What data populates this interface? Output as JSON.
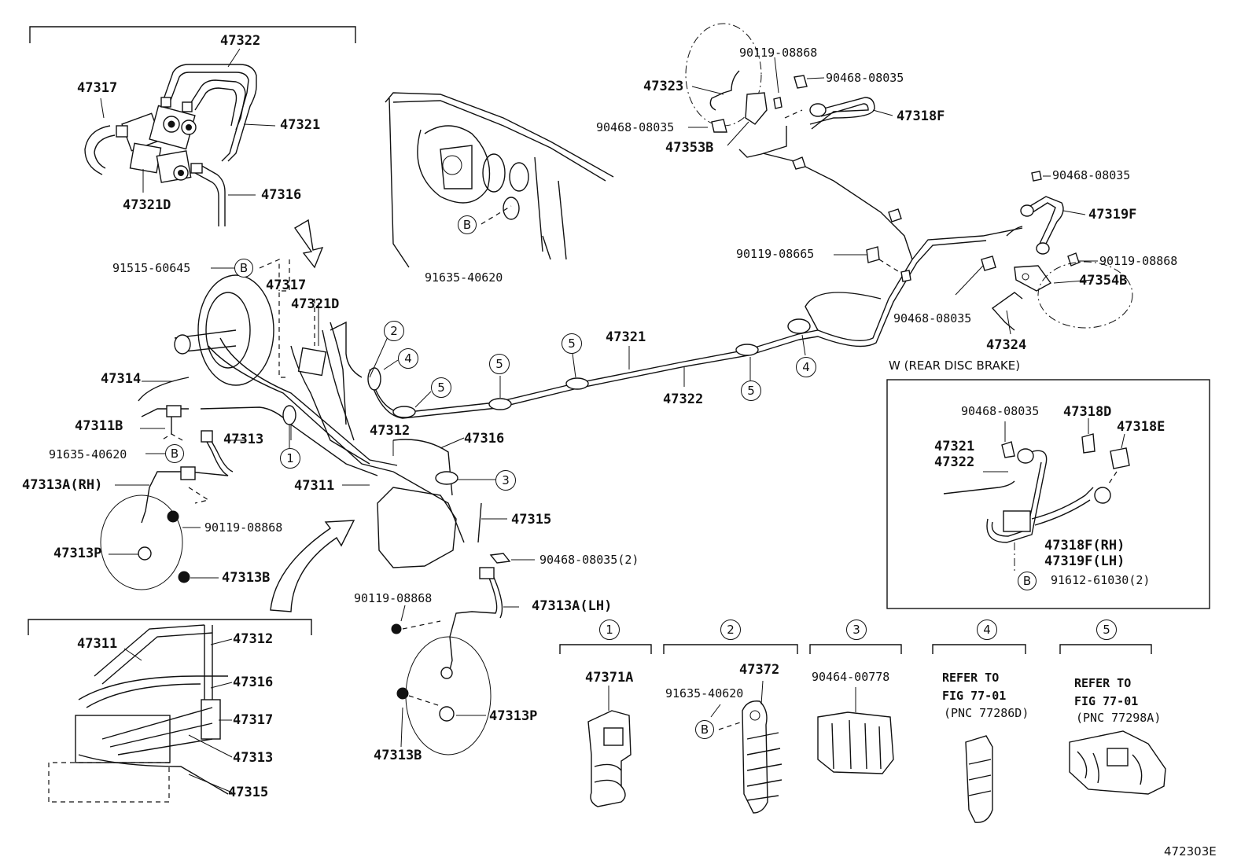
{
  "diagram_id": "472303E",
  "section_title": "W (REAR DISC BRAKE)",
  "markers": [
    "1",
    "2",
    "3",
    "4",
    "5",
    "B"
  ],
  "labels": {
    "p47322_top": "47322",
    "p47317_top": "47317",
    "p47321_top": "47321",
    "p47316_top": "47316",
    "p47321D_top": "47321D",
    "p91515": "91515-60645",
    "p47317_mid": "47317",
    "p47321D_mid": "47321D",
    "p91635_top": "91635-40620",
    "p47314": "47314",
    "p47311B": "47311B",
    "p47313": "47313",
    "p91635_left": "91635-40620",
    "p47313A_RH": "47313A(RH)",
    "p90119_left": "90119-08868",
    "p47313P_left": "47313P",
    "p47313B_left": "47313B",
    "p47312_mid": "47312",
    "p47316_mid": "47316",
    "p47311_mid": "47311",
    "p47315_mid": "47315",
    "p90468_2": "90468-08035(2)",
    "p90119_lh": "90119-08868",
    "p47313A_LH": "47313A(LH)",
    "p47313P_lh": "47313P",
    "p47313B_lh": "47313B",
    "p47321_main": "47321",
    "p47322_main": "47322",
    "p47311_inset": "47311",
    "p47312_inset": "47312",
    "p47316_inset": "47316",
    "p47317_inset": "47317",
    "p47313_inset": "47313",
    "p47315_inset": "47315",
    "p90119_tr1": "90119-08868",
    "p90468_tr1": "90468-08035",
    "p47323": "47323",
    "p90468_tr2": "90468-08035",
    "p47318F": "47318F",
    "p47353B": "47353B",
    "p90468_tr3": "90468-08035",
    "p47319F": "47319F",
    "p90119_08665": "90119-08665",
    "p90119_tr2": "90119-08868",
    "p47354B": "47354B",
    "p90468_tr4": "90468-08035",
    "p47324": "47324",
    "p90468_box": "90468-08035",
    "p47318D": "47318D",
    "p47318E": "47318E",
    "p47321_box": "47321",
    "p47322_box": "47322",
    "p47318F_RH": "47318F(RH)",
    "p47319F_LH": "47319F(LH)",
    "p91612": "91612-61030(2)",
    "p47371A": "47371A",
    "p47372": "47372",
    "p91635_clip": "91635-40620",
    "p90464": "90464-00778",
    "refer4_line1": "REFER TO",
    "refer4_line2": "FIG 77-01",
    "refer4_line3": "(PNC 77286D)",
    "refer5_line1": "REFER TO",
    "refer5_line2": "FIG 77-01",
    "refer5_line3": "(PNC 77298A)"
  }
}
